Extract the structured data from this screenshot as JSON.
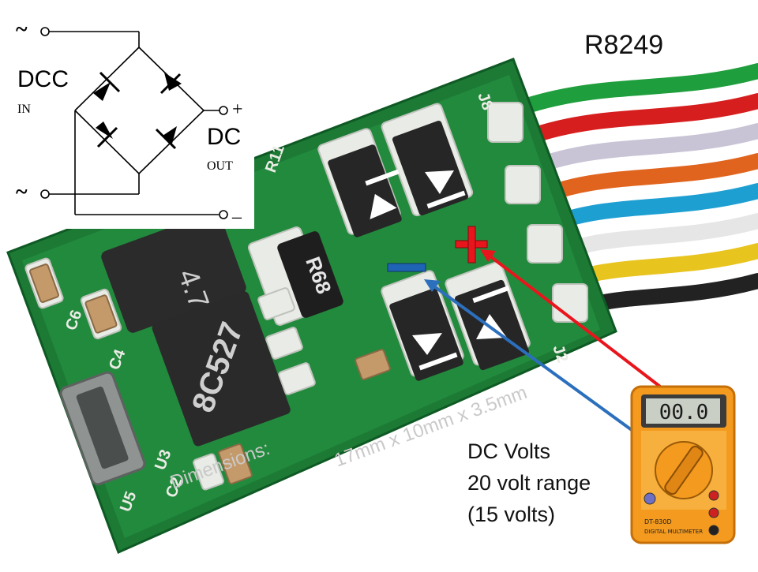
{
  "title": "R8249",
  "schematic": {
    "left_label": "DCC",
    "left_sublabel": "IN",
    "right_label": "DC",
    "right_sublabel": "OUT",
    "ac_symbol": "~",
    "plus": "+",
    "minus": "–"
  },
  "board": {
    "dimensions_label": "Dimensions:",
    "dimensions_value": "17mm x 10mm x 3.5mm",
    "chip_8c527": "8C527",
    "chip_cap": "4.7 25V",
    "resistor": "R68",
    "silkscreen": [
      "C6",
      "C4",
      "U5",
      "U3",
      "C2",
      "R11",
      "J8",
      "J2"
    ]
  },
  "measurement": {
    "text_lines": [
      "DC Volts",
      "20 volt range",
      "(15 volts)"
    ],
    "plus_marker_color": "#e8161c",
    "minus_marker_color": "#1f63b4",
    "red_probe_color": "#e8161c",
    "blue_probe_color": "#2b6fbd"
  },
  "multimeter": {
    "display": "00.0",
    "model": "DT-830D",
    "caption": "DIGITAL MULTIMETER",
    "body_color": "#f49a1e"
  },
  "wire_colors": [
    "#1e9e3c",
    "#d71e1e",
    "#c9c3d6",
    "#e0641e",
    "#1e9fd2",
    "#e6e6e6",
    "#e8c41e",
    "#222222"
  ]
}
